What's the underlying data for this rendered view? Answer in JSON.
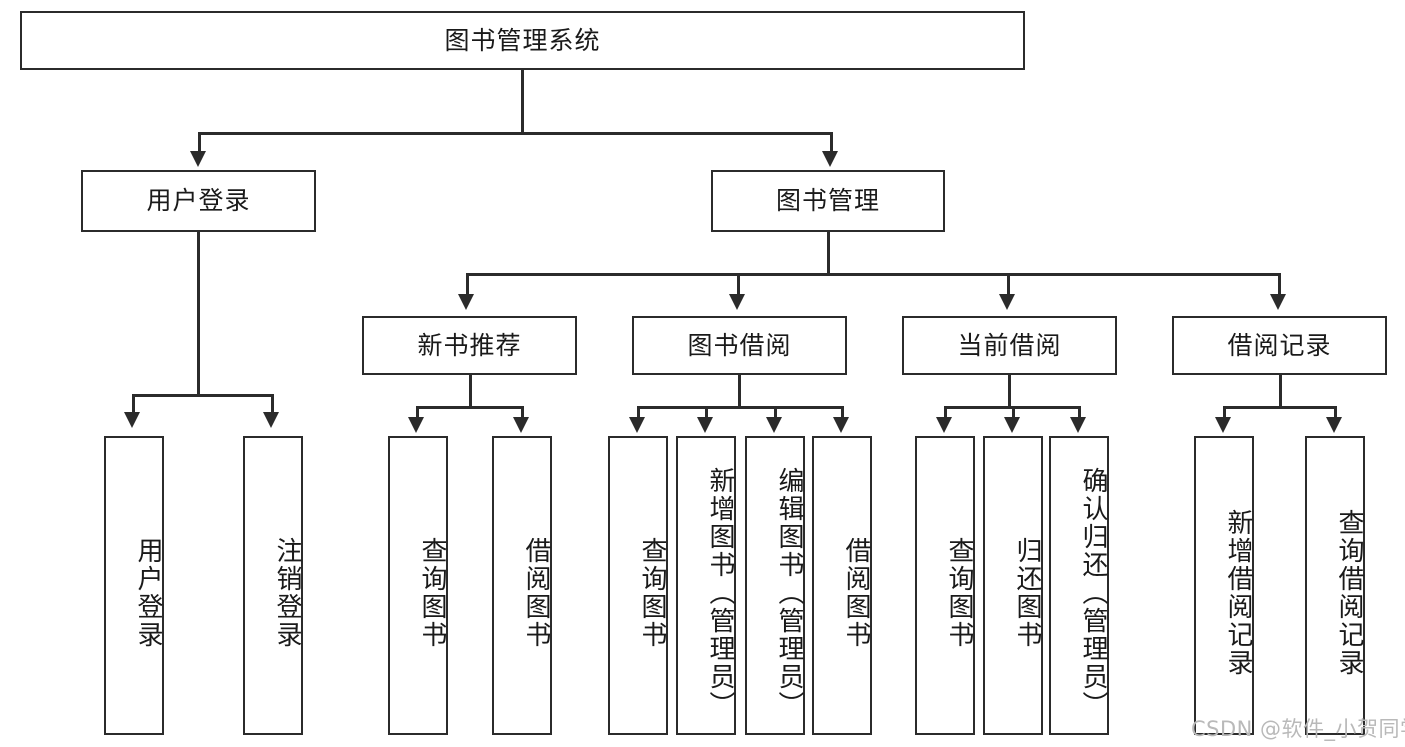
{
  "diagram": {
    "type": "tree-hierarchy-chart",
    "title_node": {
      "label": "图书管理系统"
    },
    "level2": [
      {
        "id": "user-login",
        "label": "用户登录"
      },
      {
        "id": "book-management",
        "label": "图书管理"
      }
    ],
    "level3": [
      {
        "id": "new-book-recommend",
        "label": "新书推荐"
      },
      {
        "id": "book-borrow",
        "label": "图书借阅"
      },
      {
        "id": "current-borrow",
        "label": "当前借阅"
      },
      {
        "id": "borrow-record",
        "label": "借阅记录"
      }
    ],
    "leaves": {
      "user_login": [
        {
          "id": "user-login-leaf",
          "label": "用户登录"
        },
        {
          "id": "logout-leaf",
          "label": "注销登录"
        }
      ],
      "new_book_recommend": [
        {
          "id": "query-book-1",
          "label": "查询图书"
        },
        {
          "id": "borrow-book-1",
          "label": "借阅图书"
        }
      ],
      "book_borrow": [
        {
          "id": "query-book-2",
          "label": "查询图书"
        },
        {
          "id": "add-book",
          "label": "新增图书（管理员）"
        },
        {
          "id": "edit-book",
          "label": "编辑图书（管理员）"
        },
        {
          "id": "borrow-book-2",
          "label": "借阅图书"
        }
      ],
      "current_borrow": [
        {
          "id": "query-book-3",
          "label": "查询图书"
        },
        {
          "id": "return-book",
          "label": "归还图书"
        },
        {
          "id": "confirm-return",
          "label": "确认归还（管理员）"
        }
      ],
      "borrow_record": [
        {
          "id": "add-borrow-record",
          "label": "新增借阅记录"
        },
        {
          "id": "query-borrow-record",
          "label": "查询借阅记录"
        }
      ]
    }
  },
  "watermark": {
    "text": "CSDN @软件_小贺同学"
  },
  "colors": {
    "stroke": "#2b2b2b",
    "fill": "#ffffff",
    "text": "#1a1a1a",
    "watermark": "#b9b9b9"
  }
}
